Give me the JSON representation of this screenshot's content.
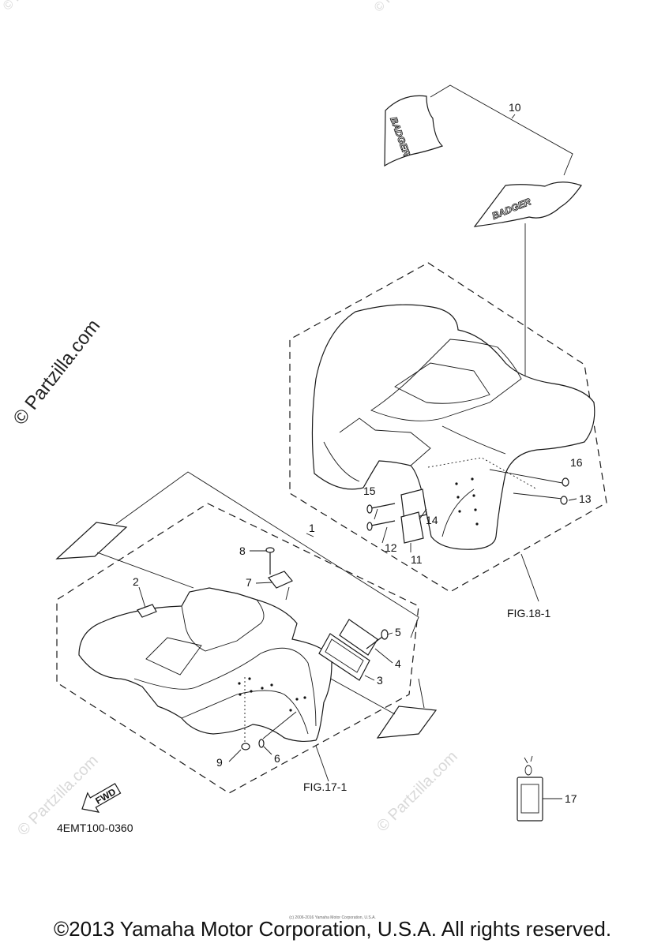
{
  "watermark": {
    "main": "© Partzilla.com",
    "repeat": "© Partzilla.com"
  },
  "decal_text": "BADGER",
  "fwd_text": "FWD",
  "callouts": [
    "1",
    "2",
    "3",
    "4",
    "5",
    "6",
    "7",
    "8",
    "9",
    "10",
    "11",
    "12",
    "13",
    "14",
    "15",
    "16",
    "17"
  ],
  "figure_refs": {
    "rear": "FIG.18-1",
    "front": "FIG.17-1"
  },
  "diagram_code": "4EMT100-0360",
  "footer": {
    "copyright": "©2013 Yamaha Motor Corporation, U.S.A. All rights reserved.",
    "small_print": "(c) 2006-2016 Yamaha Motor Corporation, U.S.A."
  }
}
